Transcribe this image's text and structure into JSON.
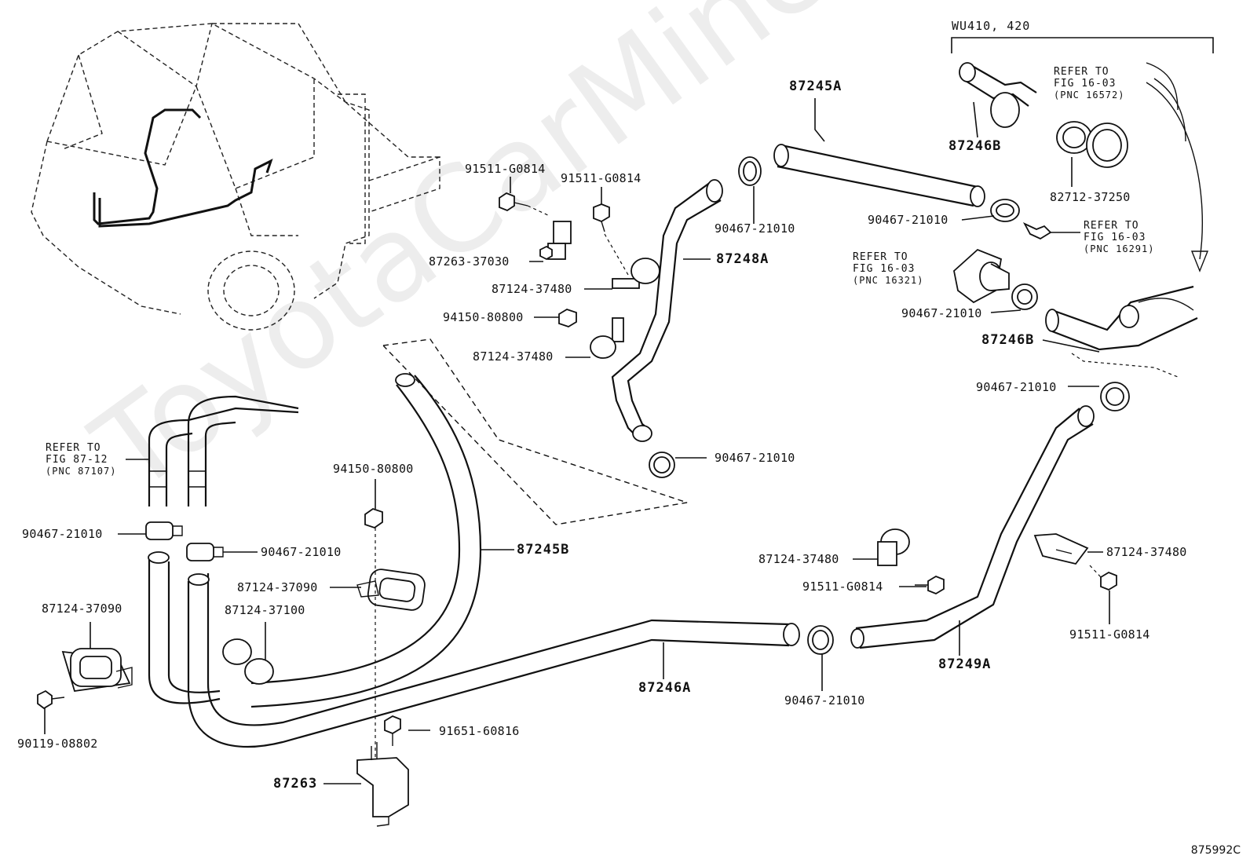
{
  "header": {
    "variant_label": "WU410, 420"
  },
  "watermark": "ToyotaCarMine.ru",
  "figure_code": "875992C",
  "parts": {
    "p87245A": "87245A",
    "p87246B_top": "87246B",
    "p87246B_mid": "87246B",
    "p87248A": "87248A",
    "p87245B": "87245B",
    "p87246A": "87246A",
    "p87249A": "87249A",
    "p87263": "87263",
    "p91511_a": "91511-G0814",
    "p91511_b": "91511-G0814",
    "p91511_c": "91511-G0814",
    "p91511_d": "91511-G0814",
    "p87263_37030": "87263-37030",
    "p87124_37480_a": "87124-37480",
    "p87124_37480_b": "87124-37480",
    "p87124_37480_c": "87124-37480",
    "p87124_37480_d": "87124-37480",
    "p94150_a": "94150-80800",
    "p94150_b": "94150-80800",
    "p90467_a": "90467-21010",
    "p90467_b": "90467-21010",
    "p90467_c": "90467-21010",
    "p90467_d": "90467-21010",
    "p90467_e": "90467-21010",
    "p90467_f": "90467-21010",
    "p90467_g": "90467-21010",
    "p90467_h": "90467-21010",
    "p82712": "82712-37250",
    "p87124_37090_a": "87124-37090",
    "p87124_37090_b": "87124-37090",
    "p87124_37100": "87124-37100",
    "p90119": "90119-08802",
    "p91651": "91651-60816"
  },
  "notes": {
    "n1": {
      "l1": "REFER TO",
      "l2": "FIG 16-03",
      "l3": "(PNC 16572)"
    },
    "n2": {
      "l1": "REFER TO",
      "l2": "FIG 16-03",
      "l3": "(PNC 16291)"
    },
    "n3": {
      "l1": "REFER TO",
      "l2": "FIG 16-03",
      "l3": "(PNC 16321)"
    },
    "n4": {
      "l1": "REFER TO",
      "l2": "FIG 87-12",
      "l3": "(PNC 87107)"
    }
  }
}
